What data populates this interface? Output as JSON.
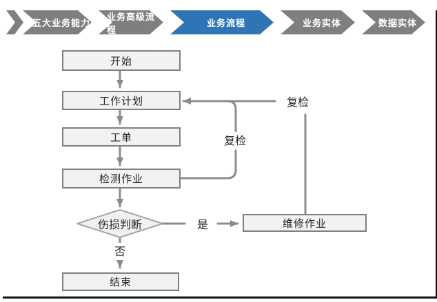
{
  "nav": {
    "items": [
      {
        "label": "五大业务能力",
        "active": false
      },
      {
        "label": "业务高级流程",
        "active": false
      },
      {
        "label": "业务流程",
        "active": true
      },
      {
        "label": "业务实体",
        "active": false
      },
      {
        "label": "数据实体",
        "active": false
      }
    ]
  },
  "flowchart": {
    "nodes": {
      "start": "开始",
      "plan": "工作计划",
      "order": "工单",
      "inspect": "检测作业",
      "decision": "伤损判断",
      "end": "结束",
      "repair": "维修作业"
    },
    "edge_labels": {
      "recheck_inner": "复检",
      "recheck_outer": "复检",
      "yes": "是",
      "no": "否"
    }
  },
  "colors": {
    "accent_blue": "#2e75b6",
    "chevron_gray": "#7f7f7f",
    "node_fill": "#f2f2f2",
    "node_border": "#7f7f7f",
    "line_gray": "#8c8c8c",
    "text_dark": "#262626"
  }
}
